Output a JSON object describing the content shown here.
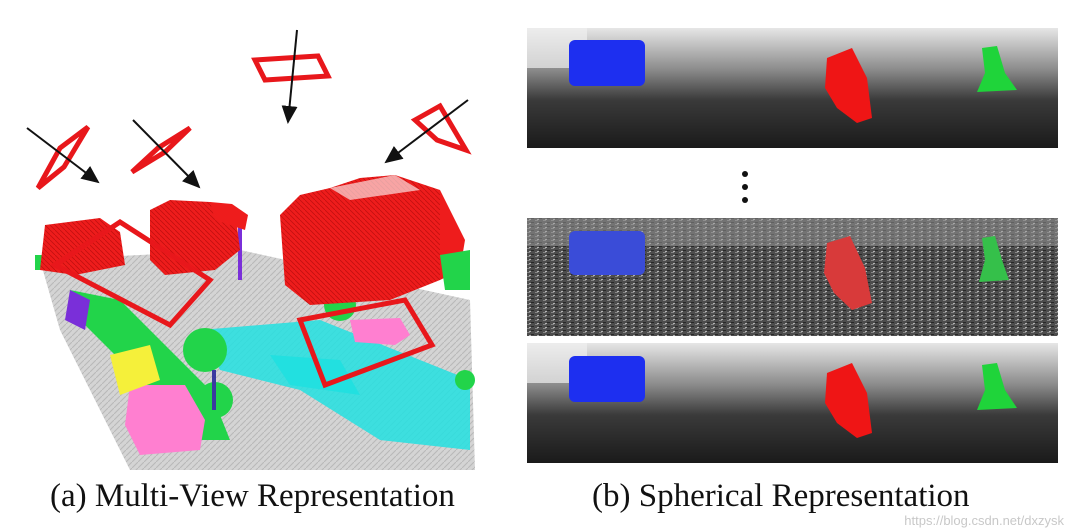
{
  "figure": {
    "caption_a": "(a) Multi-View Representation",
    "caption_b": "(b) Spherical Representation",
    "watermark": "https://blog.csdn.net/dxzysk"
  },
  "colors": {
    "building": "#ee1c1c",
    "road": "#cfcfcf",
    "sidewalk": "#22e0e0",
    "vegetation": "#22d44a",
    "car": "#ff7fd0",
    "pole": "#7a2fd9",
    "terrain": "#f5f03a",
    "view_plane": "#e8171b",
    "spherical_car": "#1d2ff0",
    "spherical_person": "#ef1515",
    "spherical_cyclist": "#1fd43a"
  }
}
